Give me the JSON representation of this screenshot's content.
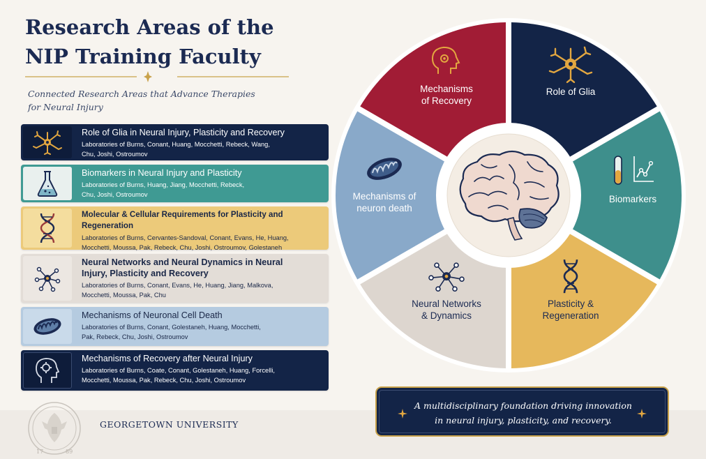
{
  "title": {
    "line1": "Research Areas of the",
    "line2": "NIP Training Faculty"
  },
  "subtitle": {
    "line1": "Connected Research Areas that Advance Therapies",
    "line2": "for Neural Injury"
  },
  "cards": [
    {
      "title": "Role of Glia in Neural Injury, Plasticity and Recovery",
      "labs": [
        "Laboratories of Burns, Conant, Huang, Mocchetti, Rebeck, Wang,",
        "Chu, Joshi, Ostroumov"
      ],
      "icon": "glia-icon"
    },
    {
      "title": "Biomarkers in Neural Injury and Plasticity",
      "labs": [
        "Laboratories of Burns, Huang, Jiang, Mocchetti, Rebeck,",
        "Chu, Joshi, Ostroumov"
      ],
      "icon": "flask-icon"
    },
    {
      "title": "Molecular & Cellular Requirements for Plasticity and Regeneration",
      "labs": [
        "Laboratories of Burns, Cervantes-Sandoval, Conant, Evans, He, Huang,",
        "Mocchetti, Moussa, Pak, Rebeck, Chu, Joshi, Ostroumov, Golestaneh"
      ],
      "icon": "dna-icon"
    },
    {
      "title_lines": [
        "Neural Networks and Neural Dynamics in Neural",
        "Injury, Plasticity and Recovery"
      ],
      "labs": [
        "Laboratories of Burns, Conant, Evans, He, Huang, Jiang, Malkova,",
        "Mocchetti, Moussa, Pak, Chu"
      ],
      "icon": "network-icon"
    },
    {
      "title": "Mechanisms of Neuronal Cell Death",
      "labs": [
        "Laboratories of Burns, Conant, Golestaneh, Huang, Mocchetti,",
        "Pak, Rebeck, Chu, Joshi, Ostroumov"
      ],
      "icon": "mitochondrion-icon"
    },
    {
      "title": "Mechanisms of Recovery after Neural Injury",
      "labs": [
        "Laboratories of Burns, Coate, Conant, Golestaneh, Huang, Forcelli,",
        "Mocchetti, Moussa, Pak, Rebeck, Chu, Joshi, Ostroumov"
      ],
      "icon": "head-gear-icon"
    }
  ],
  "wheel": {
    "segments": [
      {
        "lines": [
          "Mechanisms",
          "of Recovery"
        ],
        "color": "#a11c35",
        "icon": "head-gear-icon"
      },
      {
        "lines": [
          "Role of Glia"
        ],
        "color": "#132447",
        "icon": "glia-icon"
      },
      {
        "lines": [
          "Biomarkers"
        ],
        "color": "#3e8f8c",
        "icon": "test-tube-chart-icon"
      },
      {
        "lines": [
          "Plasticity &",
          "Regeneration"
        ],
        "color": "#e6b85c",
        "icon": "dna-icon"
      },
      {
        "lines": [
          "Neural Networks",
          "& Dynamics"
        ],
        "color": "#ddd6cf",
        "icon": "network-icon"
      },
      {
        "lines": [
          "Mechanisms of",
          "neuron death"
        ],
        "color": "#89a9c9",
        "icon": "mitochondrion-icon"
      }
    ],
    "center_icon": "brain-icon"
  },
  "banner": {
    "line1": "A multidisciplinary foundation driving innovation",
    "line2": "in neural injury, plasticity, and recovery."
  },
  "footer": {
    "university": "GEORGETOWN UNIVERSITY",
    "seal_year_left": "17",
    "seal_year_right": "89",
    "seal_icon": "university-seal-icon"
  },
  "colors": {
    "navy": "#132447",
    "crimson": "#a11c35",
    "teal": "#3f9a93",
    "gold": "#e6b85c",
    "accent_gold": "#c9a24a"
  }
}
